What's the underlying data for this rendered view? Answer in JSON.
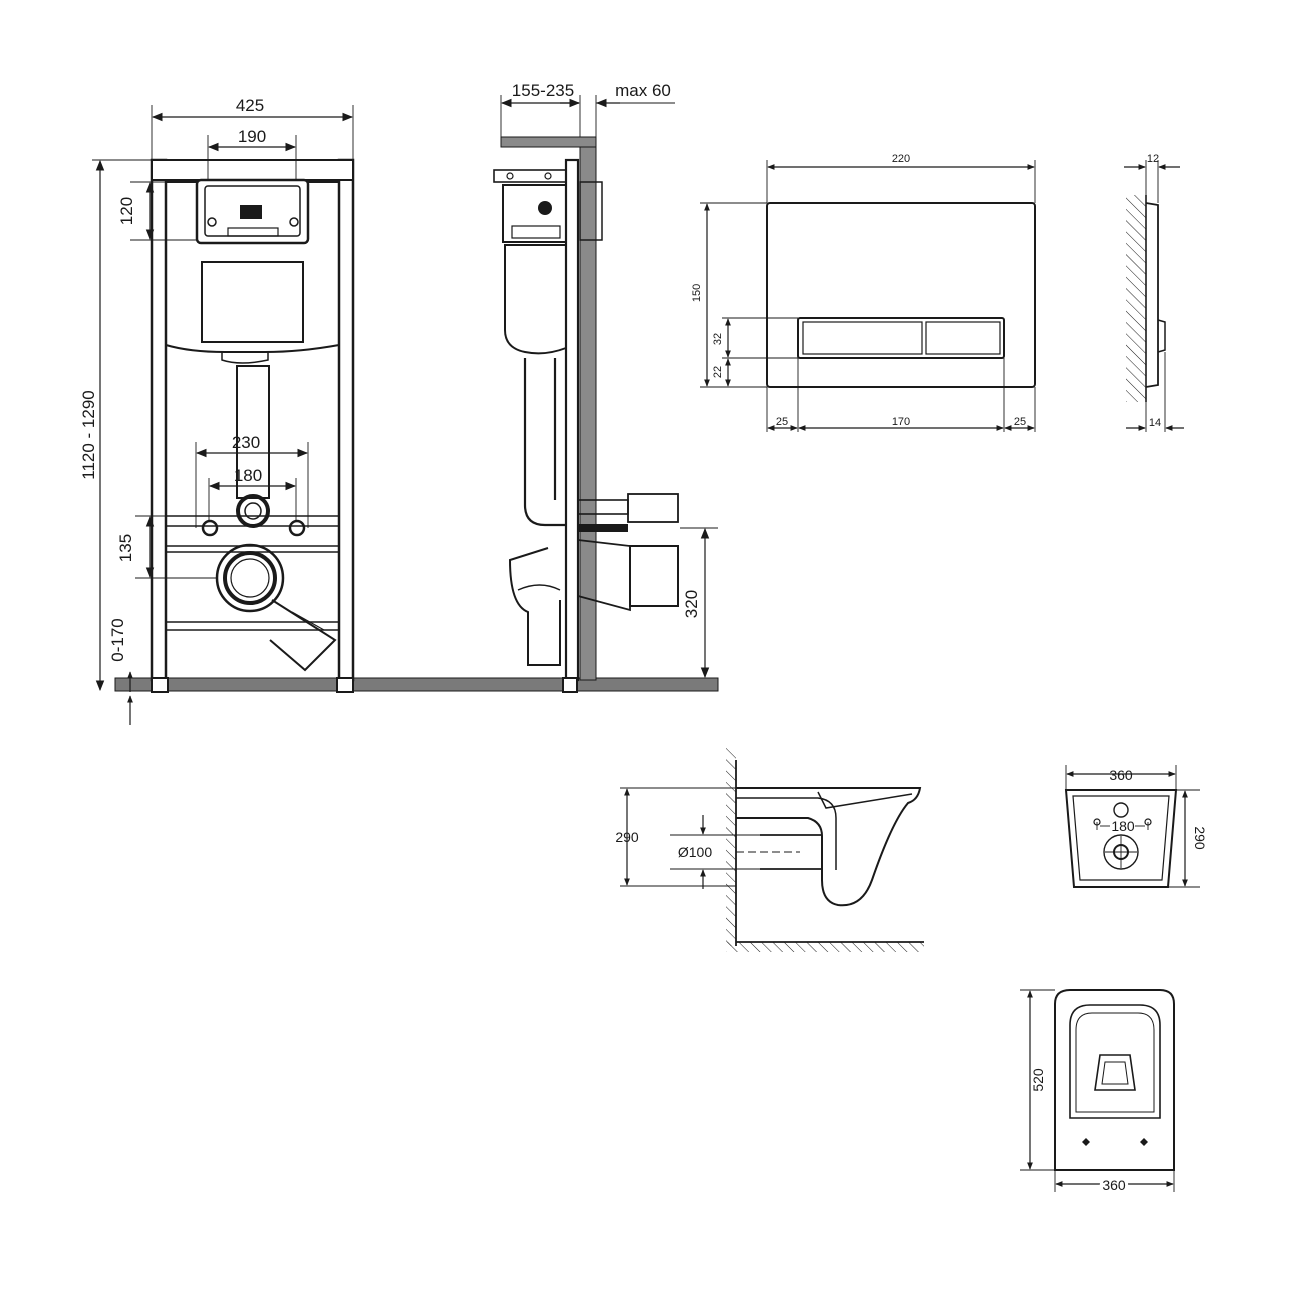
{
  "front_view": {
    "frame_width": "425",
    "flush_box_width": "190",
    "flush_box_height": "120",
    "total_height": "1120 - 1290",
    "connector_spacing": "230",
    "bolt_spacing": "180",
    "connector_height": "135",
    "foot_adjustment": "0-170"
  },
  "side_view": {
    "mount_depth": "155-235",
    "wall_max": "max 60",
    "outlet_height": "320"
  },
  "flush_plate": {
    "width": "220",
    "height": "150",
    "button_height": "32",
    "bottom_offset": "22",
    "left_margin": "25",
    "buttons_width": "170",
    "right_margin": "25",
    "thickness_top": "12",
    "thickness_bottom": "14"
  },
  "toilet_side": {
    "height": "290",
    "outlet_diameter": "Ø100"
  },
  "toilet_back": {
    "width": "360",
    "height": "290",
    "bolt_spacing": "180"
  },
  "toilet_top": {
    "length": "520",
    "width": "360"
  }
}
